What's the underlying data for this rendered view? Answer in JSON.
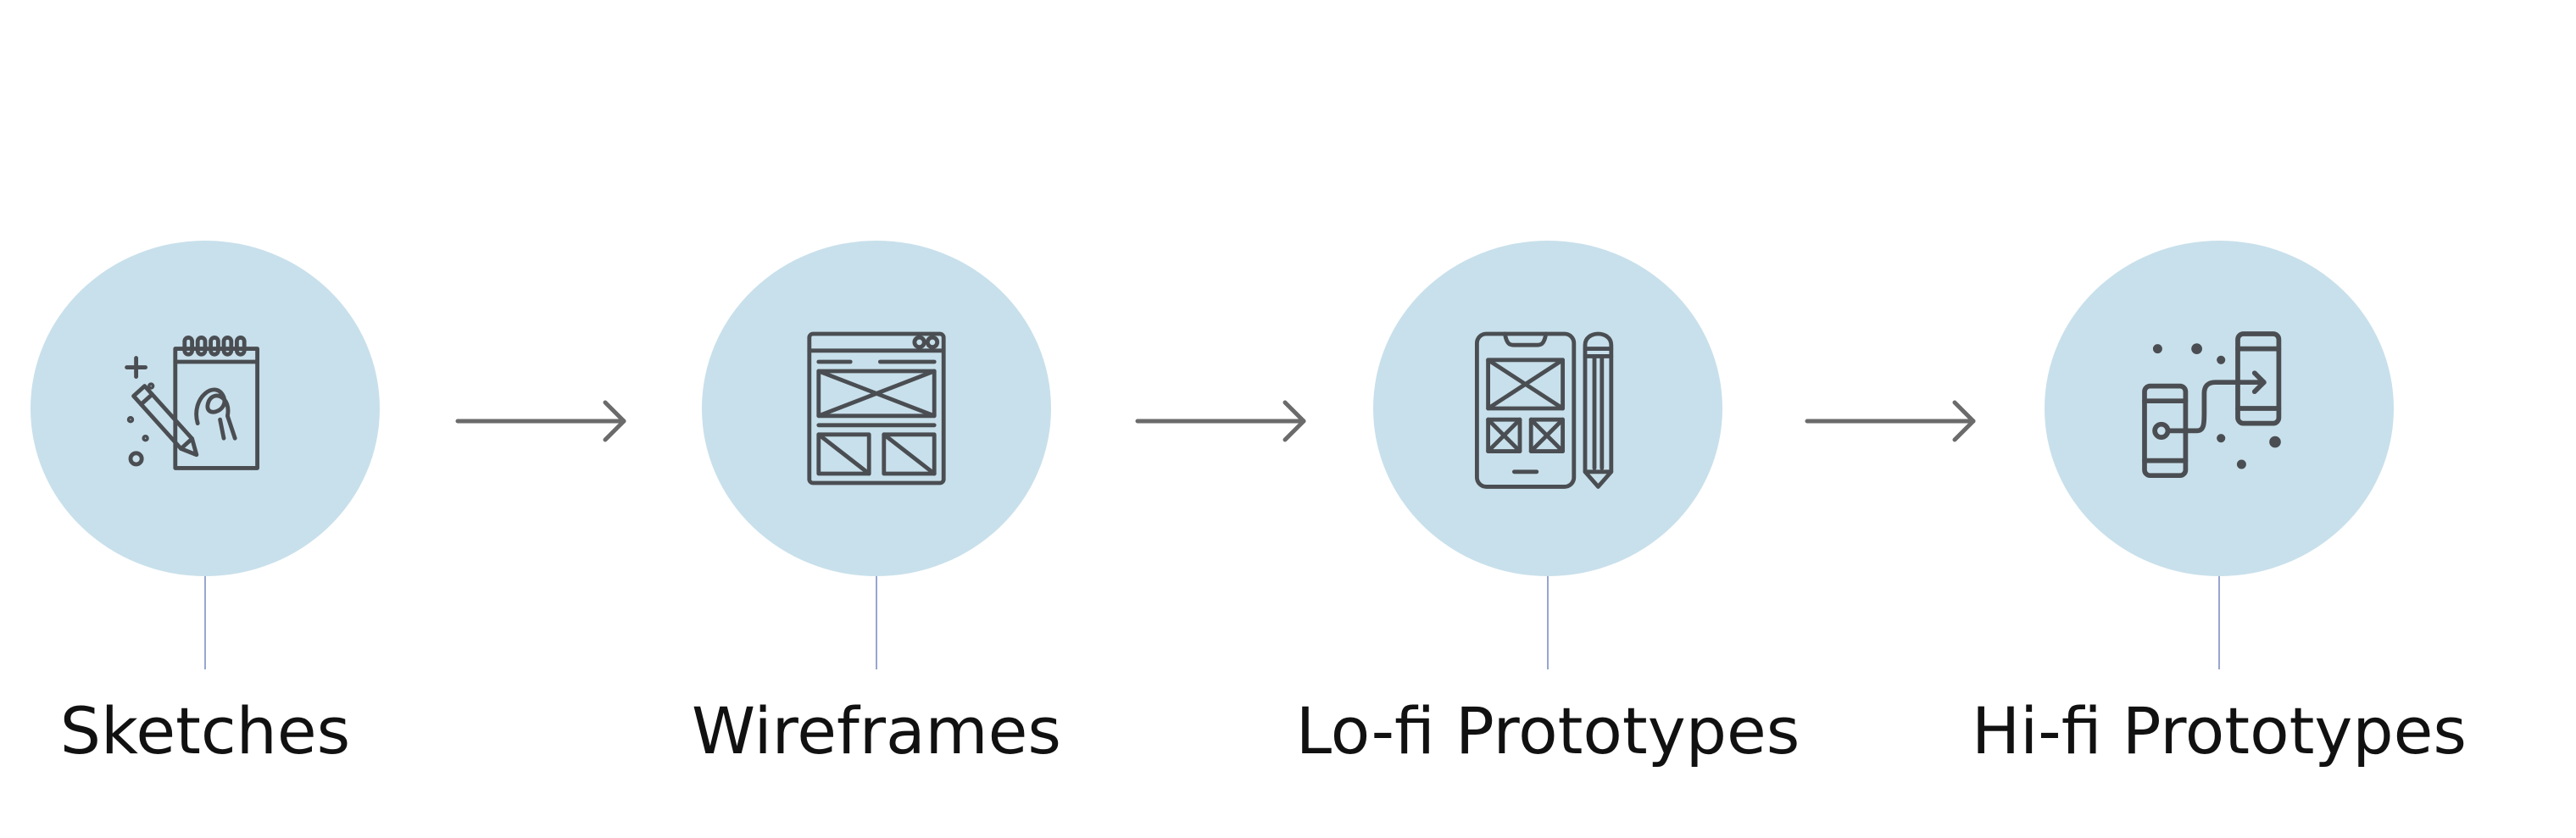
{
  "colors": {
    "circle_fill": "#c8e0eb",
    "icon_stroke": "#4a4e52",
    "connector_line": "#99a6cf",
    "arrow": "#6b6b6b",
    "label_text": "#111111"
  },
  "stages": [
    {
      "label": "Sketches",
      "icon": "sketch-notepad-pencil-icon"
    },
    {
      "label": "Wireframes",
      "icon": "wireframe-layout-icon"
    },
    {
      "label": "Lo-fi Prototypes",
      "icon": "mobile-wireframe-pencil-icon"
    },
    {
      "label": "Hi-fi Prototypes",
      "icon": "mobile-devices-flow-icon"
    }
  ],
  "arrows": [
    {
      "icon": "right-arrow-icon"
    },
    {
      "icon": "right-arrow-icon"
    },
    {
      "icon": "right-arrow-icon"
    }
  ]
}
